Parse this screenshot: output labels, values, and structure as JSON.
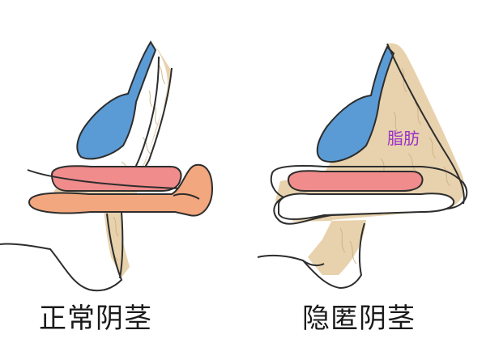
{
  "panels": {
    "normal": {
      "caption": "正常阴茎"
    },
    "hidden": {
      "caption": "隐匿阴茎",
      "fat_label": "脂肪"
    }
  },
  "colors": {
    "fat": "#e8d2ad",
    "fat_vein": "#c9ad80",
    "ligament": "#5b9bd5",
    "corpus": "#f08c8c",
    "glans": "#f2a77e",
    "skin_outline": "#2d2d2d",
    "label_purple": "#9b30c8"
  }
}
